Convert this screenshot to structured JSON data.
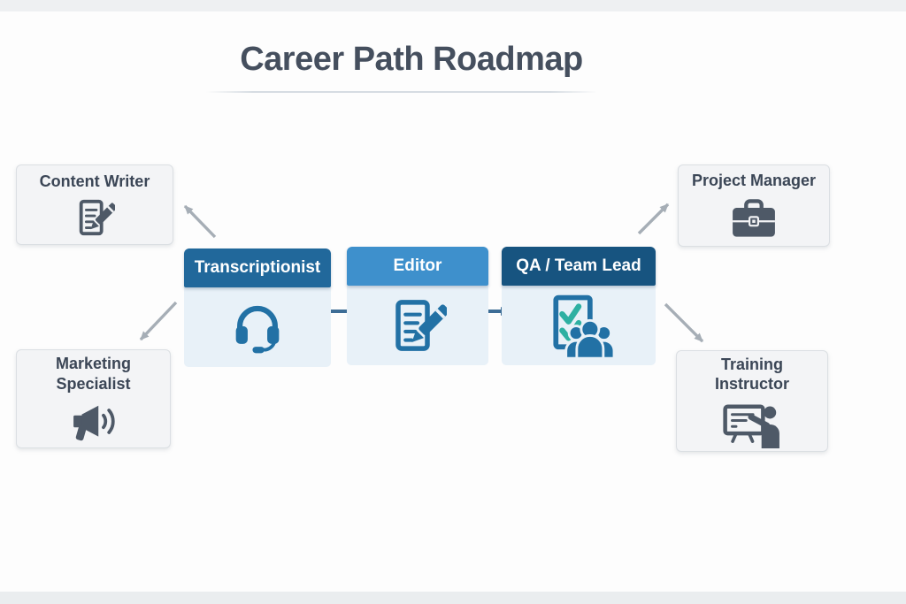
{
  "title": "Career Path Roadmap",
  "palette": {
    "title_text": "#454f5e",
    "header_text": "#ffffff",
    "stage_body_bg": "#e8f1f8",
    "side_box_bg": "#f3f4f6",
    "side_box_border": "#dbdfe3",
    "side_label_text": "#3b4656",
    "gray_icon": "#4e5967",
    "blue_icon": "#2271a5",
    "teal_check": "#2eb0a2",
    "flow_arrow": "#3d6d96",
    "branch_arrow": "#a6aeb6"
  },
  "flow_stages": [
    {
      "id": "transcriptionist",
      "label": "Transcriptionist",
      "icon": "headset-icon",
      "header_color": "#21689b"
    },
    {
      "id": "editor",
      "label": "Editor",
      "icon": "document-pencil-icon",
      "header_color": "#3e90cc"
    },
    {
      "id": "qa-team-lead",
      "label": "QA / Team Lead",
      "icon": "checklist-team-icon",
      "header_color": "#175480"
    }
  ],
  "side_roles": [
    {
      "id": "content-writer",
      "label": "Content Writer",
      "icon": "document-pencil-icon",
      "position": "top-left"
    },
    {
      "id": "marketing-specialist",
      "label": "Marketing Specialist",
      "icon": "megaphone-icon",
      "position": "bottom-left"
    },
    {
      "id": "project-manager",
      "label": "Project Manager",
      "icon": "briefcase-icon",
      "position": "top-right"
    },
    {
      "id": "training-instructor",
      "label": "Training Instructor",
      "icon": "presenter-board-icon",
      "position": "bottom-right"
    }
  ],
  "connections": [
    {
      "kind": "flow",
      "from_node": "transcriptionist",
      "to_node": "editor",
      "points": [
        364,
        352,
        402,
        352
      ]
    },
    {
      "kind": "flow",
      "from_node": "editor",
      "to_node": "qa-team-lead",
      "points": [
        539,
        352,
        576,
        352
      ]
    },
    {
      "kind": "branch",
      "from_node": "transcriptionist",
      "to_node": "content-writer",
      "points": [
        243,
        268,
        209,
        233
      ]
    },
    {
      "kind": "branch",
      "from_node": "transcriptionist",
      "to_node": "marketing-specialist",
      "points": [
        199,
        342,
        159,
        384
      ]
    },
    {
      "kind": "branch",
      "from_node": "qa-team-lead",
      "to_node": "project-manager",
      "points": [
        722,
        264,
        755,
        231
      ]
    },
    {
      "kind": "branch",
      "from_node": "qa-team-lead",
      "to_node": "training-instructor",
      "points": [
        752,
        344,
        794,
        386
      ]
    }
  ]
}
